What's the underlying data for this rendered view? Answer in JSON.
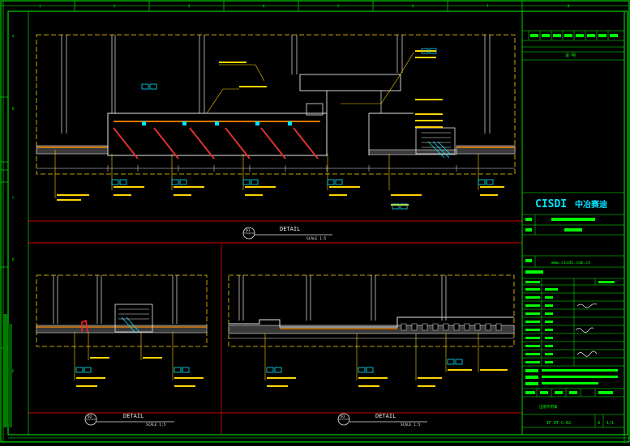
{
  "colors": {
    "background": "#000000",
    "frame": "#00ff00",
    "section_line": "#e8e8e8",
    "divider": "#d00000",
    "leader": "#ffd400",
    "tag": "#00e5ff"
  },
  "border": {
    "top_numbers": [
      "1",
      "2",
      "3",
      "4",
      "5",
      "6",
      "7",
      "8"
    ],
    "left_letters": [
      "A",
      "B",
      "C",
      "D",
      "E"
    ]
  },
  "title_block": {
    "note_header": "说 明",
    "company_logo": "CISDI",
    "company_name": "中冶赛迪",
    "website": "www.cisdi.com.cn",
    "drawing_no": "IF-DT-C-02",
    "revision": "A",
    "sheet": "1/1",
    "stamp_label": "出图专用章"
  },
  "details": [
    {
      "number": "01",
      "title": "DETAIL",
      "scale": "SCALE 1:5"
    },
    {
      "number": "02",
      "title": "DETAIL",
      "scale": "SCALE 1:5"
    },
    {
      "number": "03",
      "title": "DETAIL",
      "scale": "SCALE 1:5"
    }
  ]
}
